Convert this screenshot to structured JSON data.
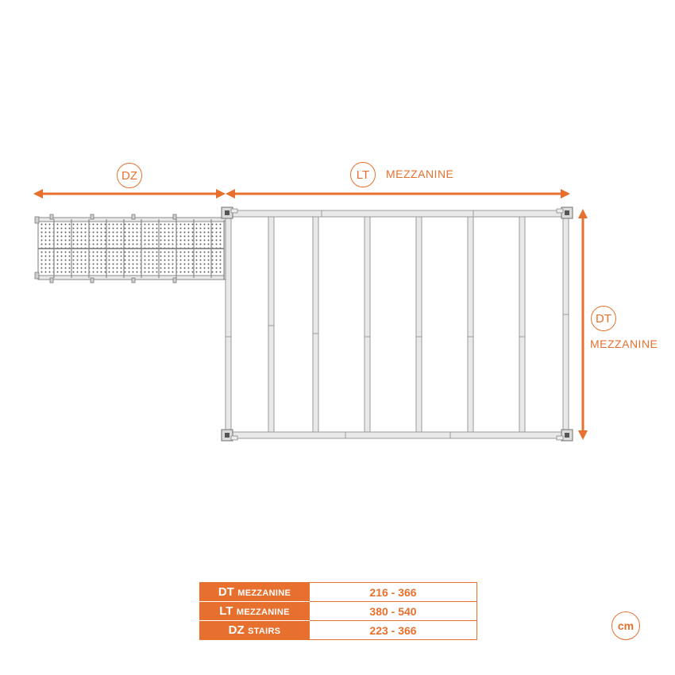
{
  "dimensions": {
    "dz": {
      "code": "DZ"
    },
    "lt": {
      "code": "LT",
      "label": "MEZZANINE"
    },
    "dt": {
      "code": "DT",
      "label": "MEZZANINE"
    }
  },
  "unit": "cm",
  "spec_table": [
    {
      "code": "DT",
      "label": "MEZZANINE",
      "value": "216 - 366"
    },
    {
      "code": "LT",
      "label": "MEZZANINE",
      "value": "380 - 540"
    },
    {
      "code": "DZ",
      "label": "STAIRS",
      "value": "223 - 366"
    }
  ],
  "colors": {
    "accent": "#e8702e",
    "frame": "#9a9a9a",
    "frame_fill": "#e9e9e9",
    "tread": "#555555"
  }
}
